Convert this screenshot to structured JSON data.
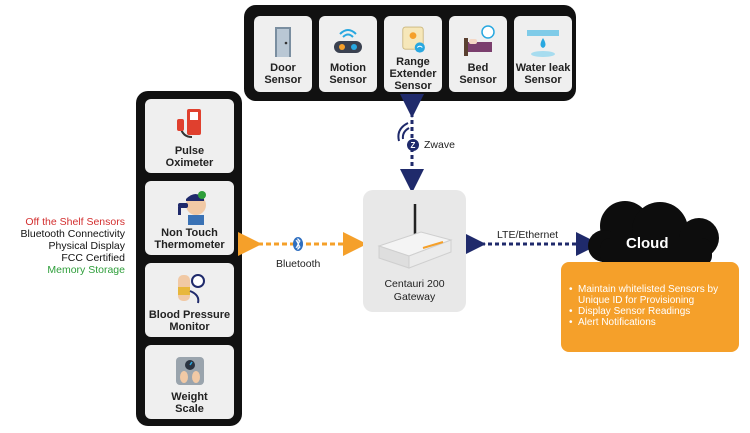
{
  "top_sensors": [
    {
      "label": "Door\nSensor",
      "icon": "door-icon"
    },
    {
      "label": "Motion\nSensor",
      "icon": "motion-sensor-icon"
    },
    {
      "label": "Range\nExtender\nSensor",
      "icon": "range-extender-icon"
    },
    {
      "label": "Bed\nSensor",
      "icon": "bed-icon"
    },
    {
      "label": "Water leak\nSensor",
      "icon": "water-leak-icon"
    }
  ],
  "left_devices": [
    {
      "label": "Pulse\nOximeter",
      "icon": "pulse-oximeter-icon"
    },
    {
      "label": "Non Touch\nThermometer",
      "icon": "thermometer-icon"
    },
    {
      "label": "Blood Pressure\nMonitor",
      "icon": "blood-pressure-icon"
    },
    {
      "label": "Weight\nScale",
      "icon": "weight-scale-icon"
    }
  ],
  "legend": [
    {
      "text": "Off the Shelf Sensors",
      "color": "#d32f2f"
    },
    {
      "text": "Bluetooth Connectivity",
      "color": "#111111"
    },
    {
      "text": "Physical Display",
      "color": "#111111"
    },
    {
      "text": "FCC Certified",
      "color": "#111111"
    },
    {
      "text": "Memory Storage",
      "color": "#2e9e3a"
    }
  ],
  "zwave_label": "Zwave",
  "bluetooth_label": "Bluetooth",
  "lte_label": "LTE/Ethernet",
  "gateway_label_line1": "Centauri 200",
  "gateway_label_line2": "Gateway",
  "cloud_title": "Cloud",
  "cloud_features": [
    "Maintain whitelisted Sensors by Unique ID for Provisioning",
    "Display Sensor Readings",
    "Alert Notifications"
  ],
  "colors": {
    "orange": "#f5a02a",
    "navy": "#1f2a6b",
    "panel": "#111111"
  }
}
